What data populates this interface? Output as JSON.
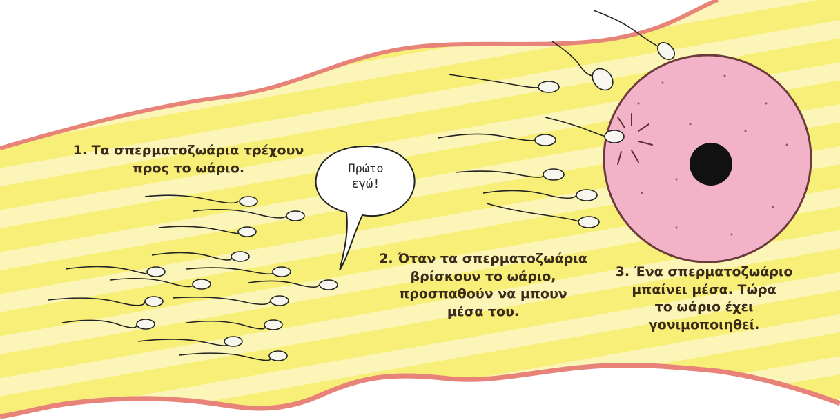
{
  "step1": {
    "line1": "1. Τα σπερματοζωάρια τρέχουν",
    "line2": "προς το ωάριο."
  },
  "step2": {
    "line1": "2. Όταν τα σπερματοζωάρια",
    "line2": "βρίσκουν το ωάριο,",
    "line3": "προσπαθούν να μπουν",
    "line4": "μέσα του."
  },
  "step3": {
    "line1": "3. Ένα σπερματοζωάριο",
    "line2": "μπαίνει μέσα. Τώρα",
    "line3": "το ωάριο έχει",
    "line4": "γονιμοποιηθεί."
  },
  "speech": {
    "line1": "Πρώτο",
    "line2": "εγώ!"
  },
  "colors": {
    "tube_fill": "#f6f08a",
    "tube_stripe": "#fbf7c0",
    "tube_edge": "#e8837a",
    "egg_fill": "#f2b3c8",
    "egg_edge": "#6b3a3a",
    "nucleus": "#111111",
    "sperm_head": "#f7f7f0"
  }
}
